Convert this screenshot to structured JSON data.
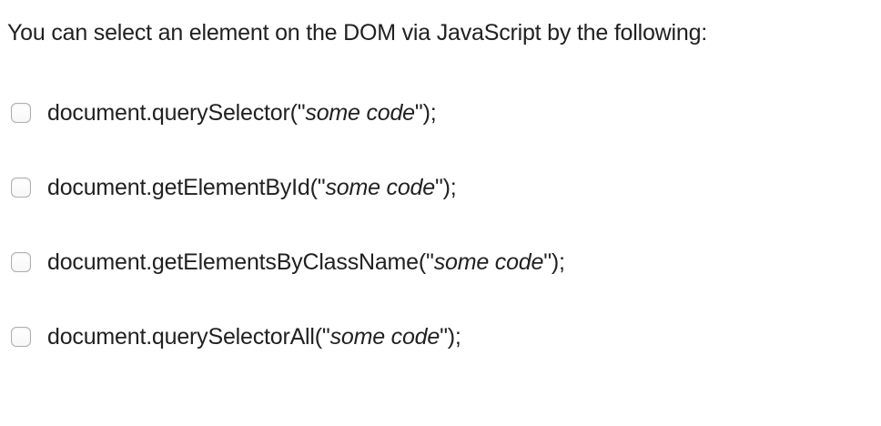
{
  "question": {
    "text": "You can select an element on the DOM via JavaScript by the following:"
  },
  "answers": [
    {
      "pre": "document.querySelector(\"",
      "em": "some code",
      "post": "\");",
      "checked": false
    },
    {
      "pre": "document.getElementById(\"",
      "em": "some code",
      "post": "\");",
      "checked": false
    },
    {
      "pre": "document.getElementsByClassName(\"",
      "em": "some code",
      "post": "\");",
      "checked": false
    },
    {
      "pre": "document.querySelectorAll(\"",
      "em": "some code",
      "post": "\");",
      "checked": false
    }
  ],
  "colors": {
    "background": "#ffffff",
    "text": "#212121",
    "checkbox_border": "#aeaeae",
    "checkbox_fill": "#ffffff"
  }
}
